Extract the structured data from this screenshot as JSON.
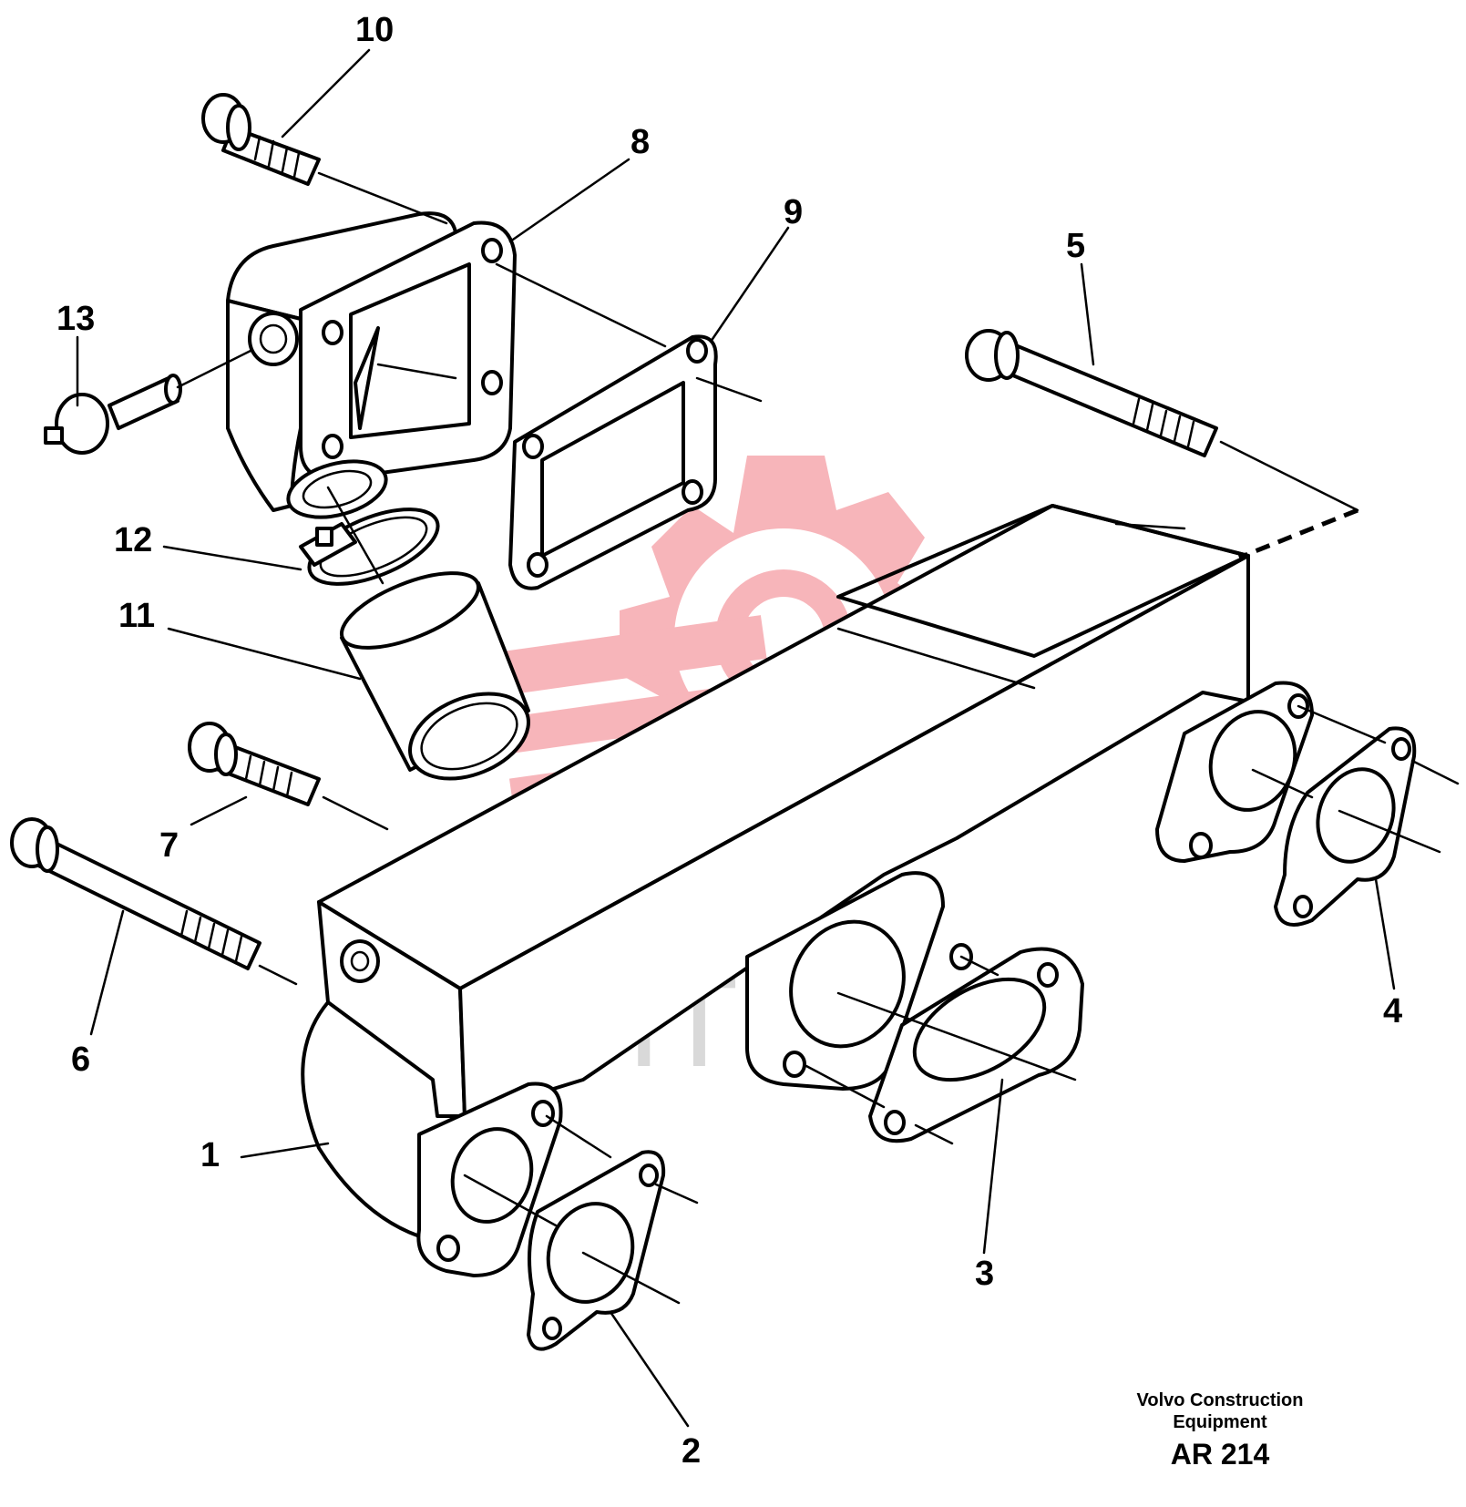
{
  "diagram": {
    "callouts": [
      {
        "id": "1",
        "label": "1"
      },
      {
        "id": "2",
        "label": "2"
      },
      {
        "id": "3",
        "label": "3"
      },
      {
        "id": "4",
        "label": "4"
      },
      {
        "id": "5",
        "label": "5"
      },
      {
        "id": "6",
        "label": "6"
      },
      {
        "id": "7",
        "label": "7"
      },
      {
        "id": "8",
        "label": "8"
      },
      {
        "id": "9",
        "label": "9"
      },
      {
        "id": "10",
        "label": "10"
      },
      {
        "id": "11",
        "label": "11"
      },
      {
        "id": "12",
        "label": "12"
      },
      {
        "id": "13",
        "label": "13"
      }
    ],
    "caption": {
      "manufacturer_line1": "Volvo Construction",
      "manufacturer_line2": "Equipment",
      "code": "AR 214"
    },
    "watermark": {
      "text": "ИНТЕХ",
      "color": "#f2b8bd"
    }
  }
}
